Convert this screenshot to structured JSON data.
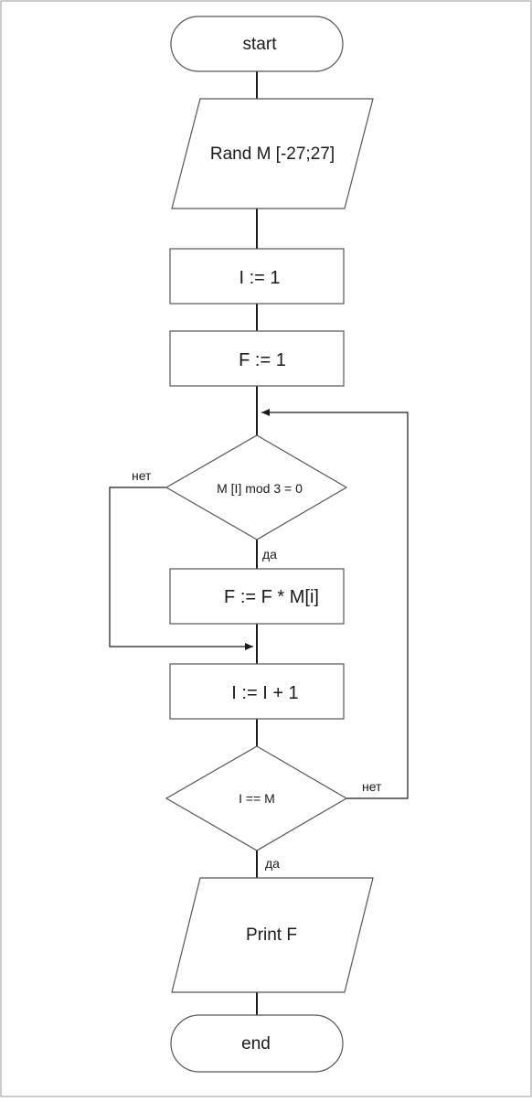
{
  "nodes": {
    "start": "start",
    "input": "Rand M [-27;27]",
    "init_i": "I := 1",
    "init_f": "F := 1",
    "cond_mod": "M [I] mod 3 = 0",
    "multiply": "F := F * M[i]",
    "increment": "I := I + 1",
    "cond_end": "I == M",
    "output": "Print F",
    "end": "end"
  },
  "edge_labels": {
    "mod_no": "нет",
    "mod_yes": "да",
    "end_no": "нет",
    "end_yes": "да"
  },
  "colors": {
    "shape_stroke": "#555555",
    "connector": "#1a1a1a",
    "background": "#ffffff"
  }
}
